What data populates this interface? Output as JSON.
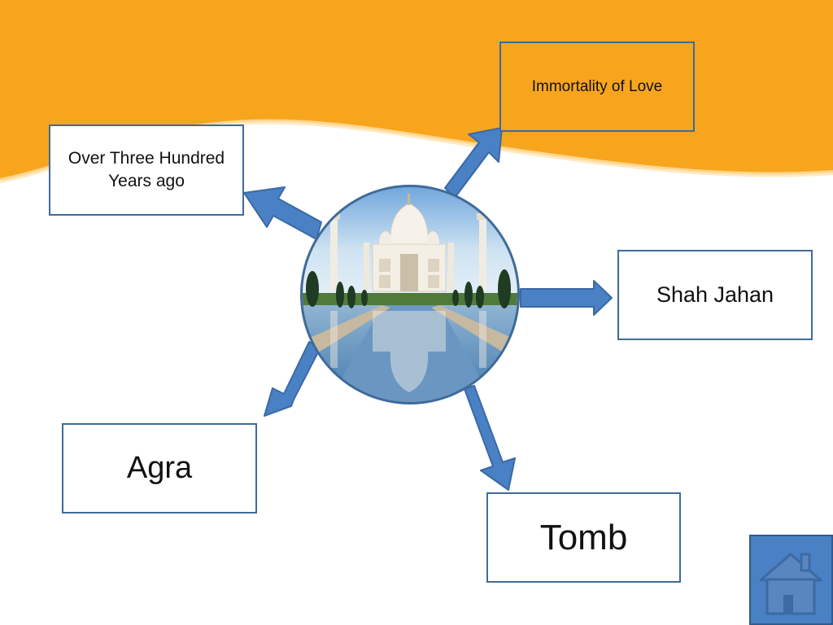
{
  "diagram": {
    "nodes": {
      "top_left": "Over Three Hundred Years ago",
      "top_right": "Immortality of Love",
      "right": "Shah Jahan",
      "bottom_left": "Agra",
      "bottom": "Tomb"
    }
  },
  "colors": {
    "banner": "#f8a51e",
    "node_border": "#3f6a9a",
    "arrow_fill": "#4a80c4",
    "arrow_stroke": "#3a6aa5",
    "home_button": "#4a80c4"
  },
  "icons": {
    "center": "taj-mahal-icon",
    "home": "home-icon"
  }
}
